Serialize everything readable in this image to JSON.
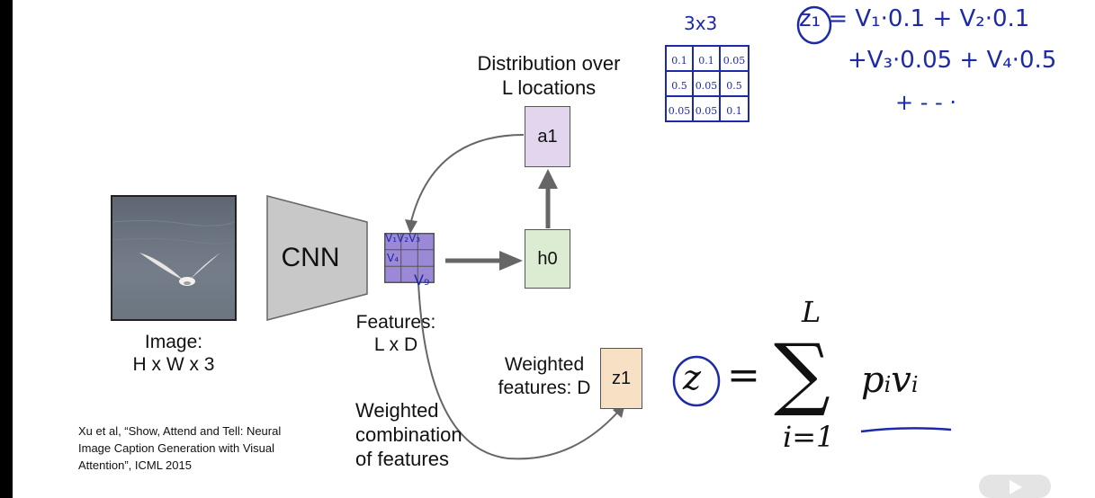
{
  "image_label": {
    "line1": "Image:",
    "line2": "H x W x 3"
  },
  "cnn_label": "CNN",
  "features_label": {
    "line1": "Features:",
    "line2": "L x D"
  },
  "distribution_label": {
    "line1": "Distribution over",
    "line2": "L locations"
  },
  "boxes": {
    "a1": "a1",
    "h0": "h0",
    "z1": "z1"
  },
  "weighted_features_label": {
    "line1": "Weighted",
    "line2": "features: D"
  },
  "weighted_combination_label": {
    "line1": "Weighted",
    "line2": "combination",
    "line3": "of features"
  },
  "citation": {
    "line1": "Xu et al, “Show, Attend and Tell: Neural",
    "line2": "Image Caption Generation with Visual",
    "line3": "Attention”, ICML 2015"
  },
  "formula": {
    "lhs": "z",
    "equals": "=",
    "sigma": "∑",
    "upper": "L",
    "lower": "i=1",
    "term_p": "p",
    "term_v": "v",
    "sub": "i"
  },
  "annotations": {
    "size_note": "3x3",
    "grid_values": [
      [
        "0.1",
        "0.1",
        "0.05"
      ],
      [
        "0.5",
        "0.05",
        "0.5"
      ],
      [
        "0.05",
        "0.05",
        "0.1"
      ]
    ],
    "expansion_line1": "z₁ = V₁·0.1 + V₂·0.1",
    "expansion_line2": "+V₃·0.05 + V₄·0.5",
    "expansion_line3": "+ - - ·",
    "grid_cell_labels": [
      "V₁",
      "V₂",
      "V₃",
      "V₄"
    ],
    "v_label": "V₉"
  },
  "colors": {
    "a1_fill": "#e2d6ee",
    "h0_fill": "#dcecd2",
    "z1_fill": "#f8e0c4",
    "feature_grid": "#9b88d6",
    "ink": "#1d2aa8",
    "arrow": "#666666"
  }
}
